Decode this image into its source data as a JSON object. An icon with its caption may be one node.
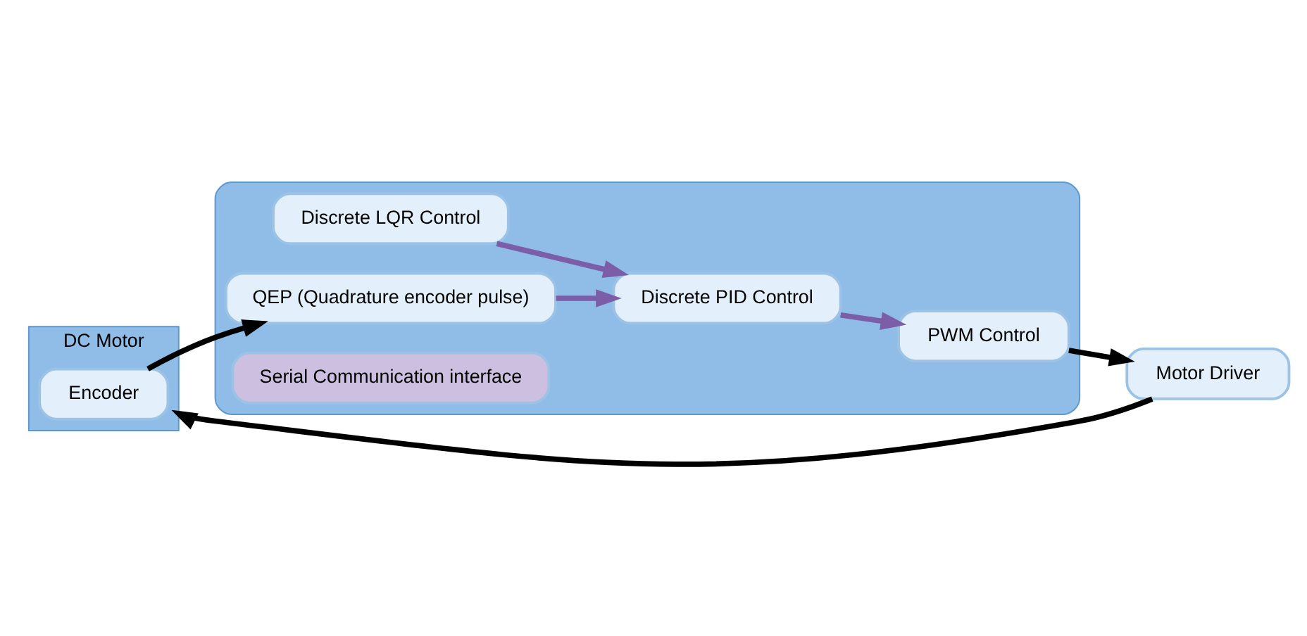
{
  "diagram": {
    "nodes": [
      {
        "text": [],
        "shape": "box"
      },
      {
        "text": [
          "PWM Control"
        ],
        "in": 0
      },
      {
        "text": [
          "Discrete LQR Control"
        ],
        "in": 0
      },
      {
        "text": [
          "Discrete PID Control"
        ],
        "in": 0
      },
      {
        "text": [
          "QEP (Quadrature encoder pulse)"
        ],
        "in": 0
      },
      {
        "text": [
          "Serial Communication interface"
        ],
        "in": 0
      },
      {
        "text": [
          "Motor Driver"
        ]
      },
      {
        "text": [
          "DC Motor"
        ]
      },
      {
        "text": [
          "Encoder"
        ],
        "in": 7
      }
    ],
    "edges": [
      {
        "from": 1,
        "to": 6,
        "arrow": "to"
      },
      {
        "from": 6,
        "to": 7,
        "arrow": "to"
      },
      {
        "from": 8,
        "to": 4,
        "arrow": "to"
      },
      {
        "from": 2,
        "to": 3,
        "arrow": "to",
        "color": "#7b5ea7"
      },
      {
        "from": 4,
        "to": 3,
        "arrow": "to",
        "color": "#7b5ea7"
      },
      {
        "from": 3,
        "to": 1,
        "arrow": "to",
        "color": "#7b5ea7"
      }
    ]
  }
}
